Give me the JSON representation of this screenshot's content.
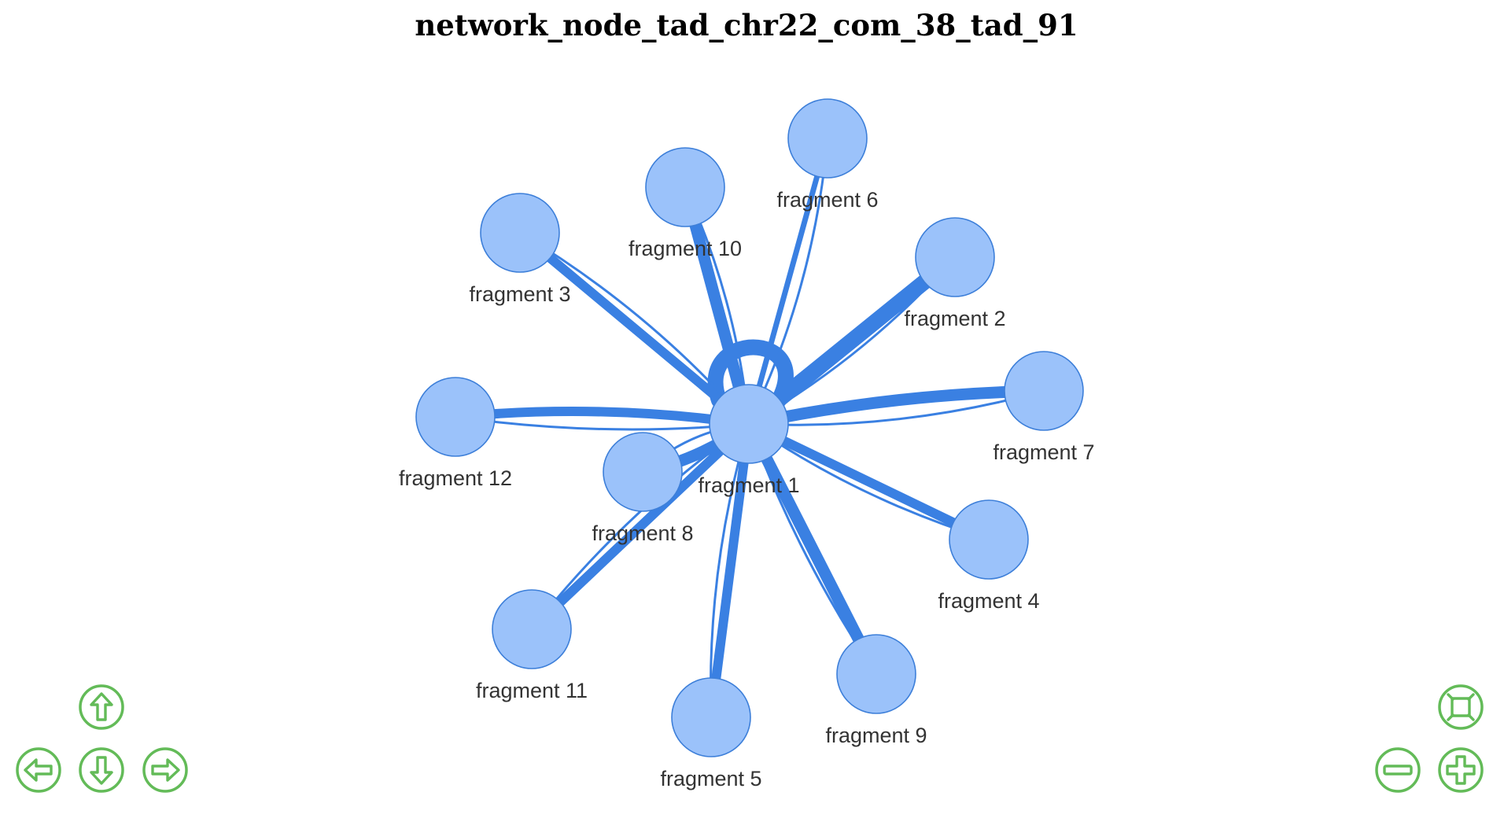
{
  "title": "network_node_tad_chr22_com_38_tad_91",
  "colors": {
    "node_fill": "#9bc2fa",
    "node_border": "#3d7fd9",
    "edge": "#3a80e2",
    "nav_button": "#63bb58"
  },
  "nodes": [
    {
      "id": "f1",
      "label": "fragment 1"
    },
    {
      "id": "f2",
      "label": "fragment 2"
    },
    {
      "id": "f3",
      "label": "fragment 3"
    },
    {
      "id": "f4",
      "label": "fragment 4"
    },
    {
      "id": "f5",
      "label": "fragment 5"
    },
    {
      "id": "f6",
      "label": "fragment 6"
    },
    {
      "id": "f7",
      "label": "fragment 7"
    },
    {
      "id": "f8",
      "label": "fragment 8"
    },
    {
      "id": "f9",
      "label": "fragment 9"
    },
    {
      "id": "f10",
      "label": "fragment 10"
    },
    {
      "id": "f11",
      "label": "fragment 11"
    },
    {
      "id": "f12",
      "label": "fragment 12"
    }
  ],
  "edges": [
    {
      "from": "f1",
      "to": "f1",
      "weight": 5
    },
    {
      "from": "f1",
      "to": "f2",
      "weight": 5
    },
    {
      "from": "f1",
      "to": "f2",
      "weight": 1
    },
    {
      "from": "f1",
      "to": "f3",
      "weight": 3
    },
    {
      "from": "f1",
      "to": "f3",
      "weight": 1
    },
    {
      "from": "f1",
      "to": "f4",
      "weight": 3
    },
    {
      "from": "f1",
      "to": "f4",
      "weight": 1
    },
    {
      "from": "f1",
      "to": "f5",
      "weight": 3
    },
    {
      "from": "f1",
      "to": "f5",
      "weight": 1
    },
    {
      "from": "f1",
      "to": "f6",
      "weight": 2
    },
    {
      "from": "f1",
      "to": "f6",
      "weight": 1
    },
    {
      "from": "f1",
      "to": "f7",
      "weight": 4
    },
    {
      "from": "f1",
      "to": "f7",
      "weight": 1
    },
    {
      "from": "f1",
      "to": "f8",
      "weight": 4
    },
    {
      "from": "f1",
      "to": "f8",
      "weight": 1
    },
    {
      "from": "f1",
      "to": "f9",
      "weight": 4
    },
    {
      "from": "f1",
      "to": "f9",
      "weight": 1
    },
    {
      "from": "f1",
      "to": "f10",
      "weight": 4
    },
    {
      "from": "f1",
      "to": "f10",
      "weight": 1
    },
    {
      "from": "f1",
      "to": "f11",
      "weight": 3
    },
    {
      "from": "f1",
      "to": "f11",
      "weight": 1
    },
    {
      "from": "f1",
      "to": "f12",
      "weight": 3
    },
    {
      "from": "f1",
      "to": "f12",
      "weight": 1
    }
  ],
  "controls": [
    {
      "id": "up",
      "icon": "arrow-up-icon"
    },
    {
      "id": "left",
      "icon": "arrow-left-icon"
    },
    {
      "id": "down",
      "icon": "arrow-down-icon"
    },
    {
      "id": "right",
      "icon": "arrow-right-icon"
    },
    {
      "id": "fit",
      "icon": "zoom-extends-icon"
    },
    {
      "id": "zoom-out",
      "icon": "zoom-out-icon"
    },
    {
      "id": "zoom-in",
      "icon": "zoom-in-icon"
    }
  ]
}
